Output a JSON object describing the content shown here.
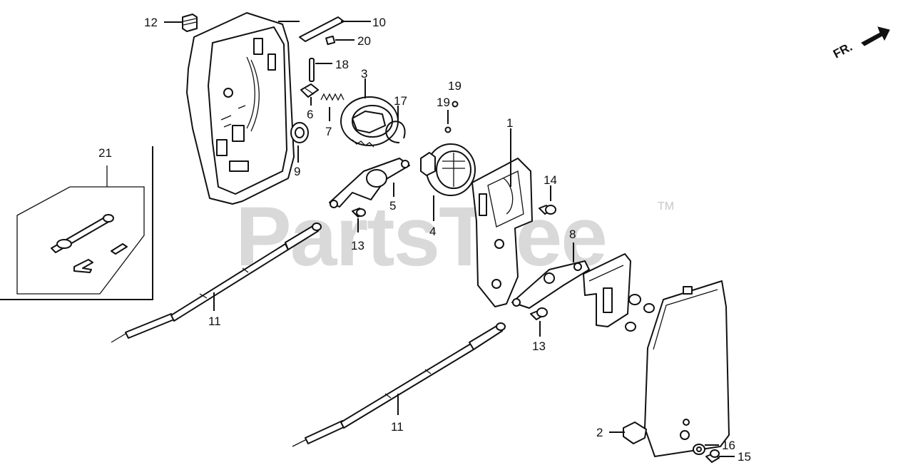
{
  "watermark": {
    "text": "PartsTree",
    "tm": "TM"
  },
  "direction": {
    "label": "FR."
  },
  "colors": {
    "line": "#111111",
    "watermark": "#d9d9d9",
    "background": "#ffffff"
  },
  "labels": {
    "p1": "1",
    "p2": "2",
    "p3": "3",
    "p4": "4",
    "p5": "5",
    "p6": "6",
    "p7": "7",
    "p8": "8",
    "p9": "9",
    "p10": "10",
    "p11a": "11",
    "p11b": "11",
    "p12": "12",
    "p13a": "13",
    "p13b": "13",
    "p14": "14",
    "p15": "15",
    "p16": "16",
    "p17": "17",
    "p18": "18",
    "p19a": "19",
    "p19b": "19",
    "p20": "20",
    "p21": "21"
  }
}
